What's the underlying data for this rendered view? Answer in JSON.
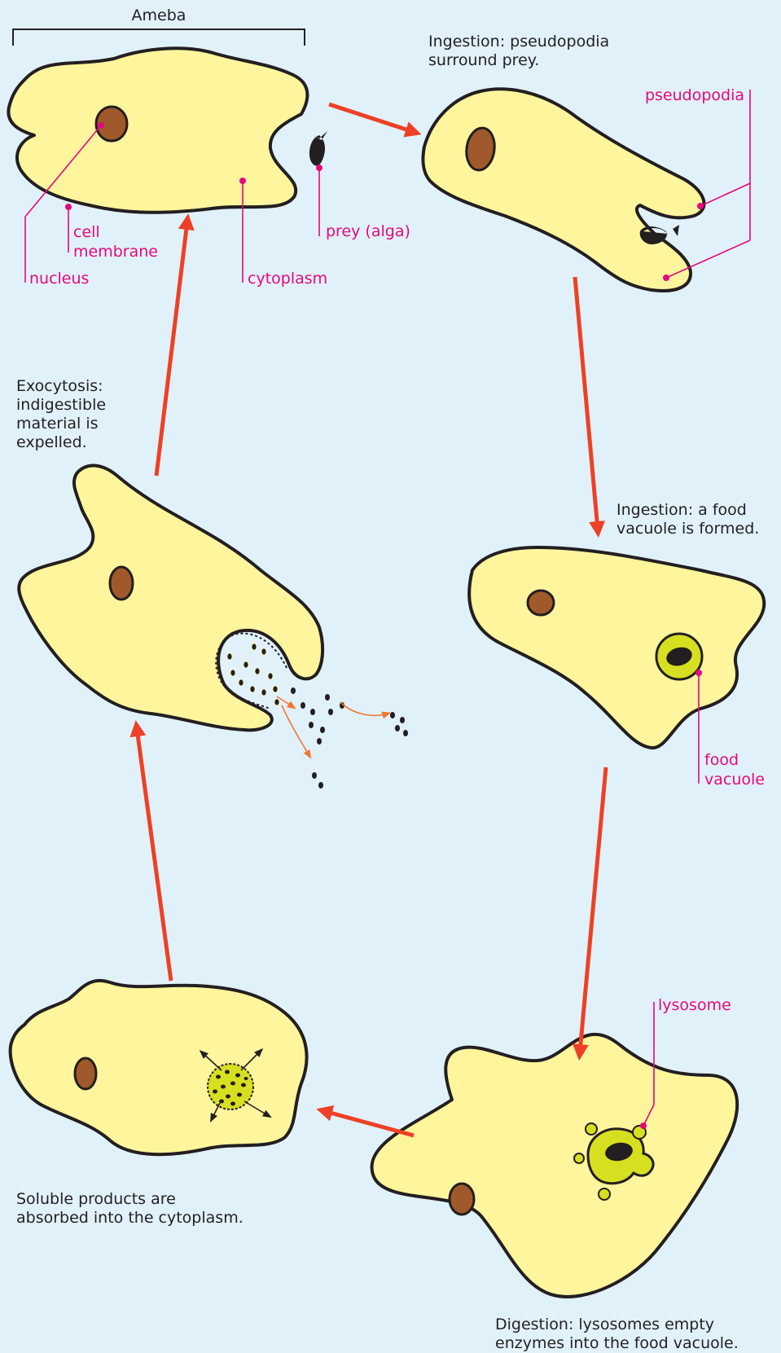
{
  "labels": {
    "ameba": "Ameba",
    "nucleus": "nucleus",
    "cell_membrane_1": "cell",
    "cell_membrane_2": "membrane",
    "cytoplasm": "cytoplasm",
    "prey": "prey (alga)",
    "pseudopodia": "pseudopodia",
    "food_vacuole_1": "food",
    "food_vacuole_2": "vacuole",
    "lysosome": "lysosome"
  },
  "captions": {
    "ingestion_1": [
      "Ingestion: pseudopodia",
      "surround prey."
    ],
    "ingestion_2": [
      "Ingestion: a food",
      "vacuole is formed."
    ],
    "digestion": [
      "Digestion: lysosomes empty",
      "enzymes into the food vacuole."
    ],
    "absorption": [
      "Soluble products are",
      "absorbed into the cytoplasm."
    ],
    "exocytosis": [
      "Exocytosis:",
      "indigestible",
      "material is",
      "expelled."
    ]
  },
  "colors": {
    "background": "#e1f1fa",
    "cytoplasm": "#fff59d",
    "nucleus": "#a0592a",
    "vacuole": "#d7df21",
    "label": "#e4087e",
    "arrow": "#ee4026",
    "small_arrow": "#f1772f"
  }
}
